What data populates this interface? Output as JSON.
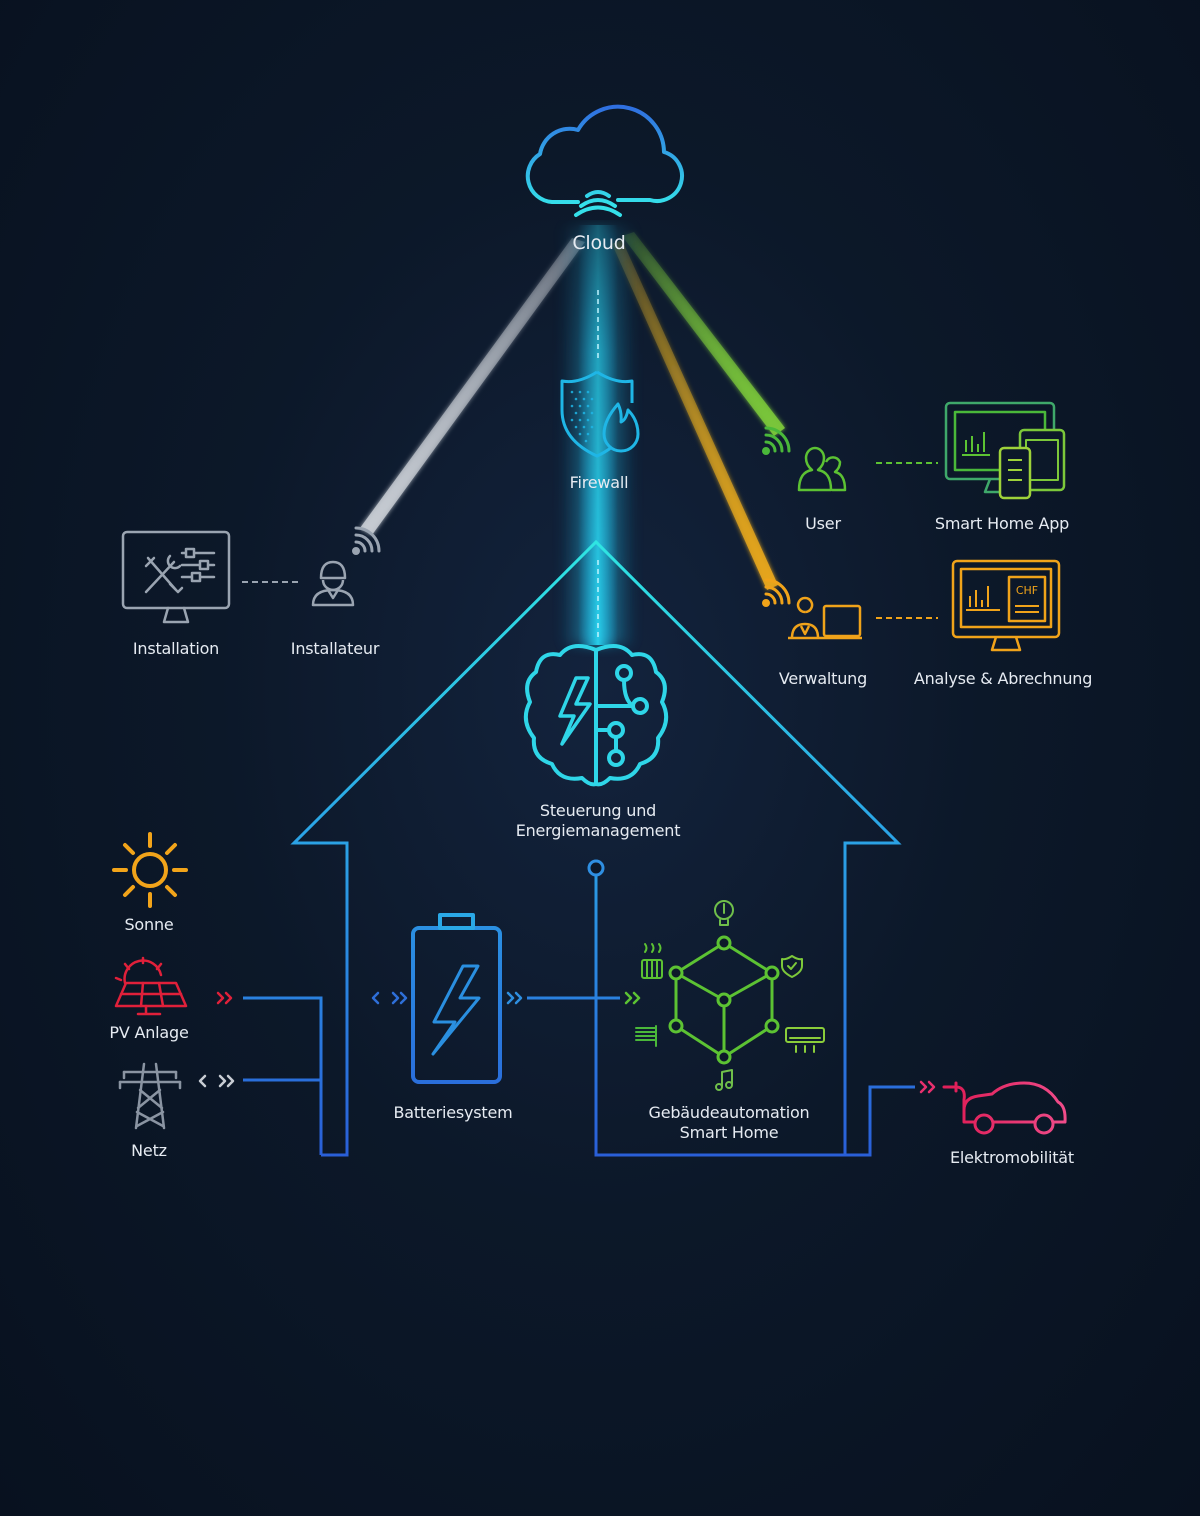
{
  "labels": {
    "cloud": "Cloud",
    "firewall": "Firewall",
    "user": "User",
    "smart_home_app": "Smart Home App",
    "verwaltung": "Verwaltung",
    "analyse": "Analyse & Abrechnung",
    "installation": "Installation",
    "installateur": "Installateur",
    "steuerung_line1": "Steuerung und",
    "steuerung_line2": "Energiemanagement",
    "sonne": "Sonne",
    "pv_anlage": "PV Anlage",
    "netz": "Netz",
    "batteriesystem": "Batteriesystem",
    "gebaeude_line1": "Gebäudeautomation",
    "gebaeude_line2": "Smart Home",
    "elektromobilitaet": "Elektromobilität",
    "currency": "CHF"
  },
  "colors": {
    "cloud": "#3aa0e8",
    "beam": "#1fb6e6",
    "green": "#5cc233",
    "orange": "#f0a31a",
    "grey": "#9aa4b1",
    "red": "#e0203a",
    "pink": "#e8306e",
    "blue": "#2e6fd8",
    "cyan": "#2fd6e8"
  },
  "icons": {
    "cloud": "cloud-icon",
    "firewall": "shield-flame-icon",
    "brain": "brain-circuit-icon",
    "user": "users-icon",
    "smart_home_app": "devices-icon",
    "verwaltung": "admin-desk-icon",
    "analyse": "monitor-invoice-icon",
    "installation": "monitor-tools-icon",
    "installateur": "worker-icon",
    "sonne": "sun-icon",
    "pv_anlage": "solar-panel-icon",
    "netz": "power-tower-icon",
    "battery": "battery-bolt-icon",
    "cube": "network-cube-icon",
    "car": "electric-car-icon"
  }
}
